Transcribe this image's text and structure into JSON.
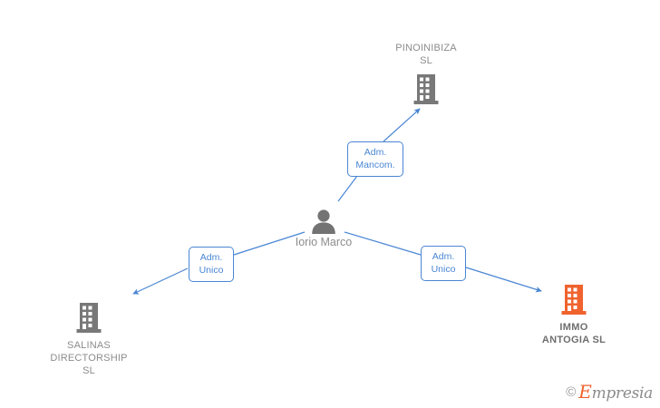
{
  "diagram": {
    "type": "relationship-graph",
    "background": "#ffffff",
    "edge_color": "#4a86d4",
    "accent_color": "#f0632f",
    "muted_color": "#8c8c8c",
    "center": {
      "id": "person-iorio-marco",
      "name": "Iorio Marco",
      "icon": "person-icon",
      "icon_color": "#737373"
    },
    "companies": [
      {
        "id": "pinoinibiza",
        "name": "PINOINIBIZA\nSL",
        "icon": "building-icon",
        "icon_color": "#787878",
        "highlight": false,
        "relation": "Adm.\nMancom.",
        "direction": "person-to-company"
      },
      {
        "id": "salinas-directorship",
        "name": "SALINAS\nDIRECTORSHIP\nSL",
        "icon": "building-icon",
        "icon_color": "#787878",
        "highlight": false,
        "relation": "Adm.\nUnico",
        "direction": "person-to-company"
      },
      {
        "id": "immo-antogia",
        "name": "IMMO\nANTOGIA  SL",
        "icon": "building-icon",
        "icon_color": "#f0632f",
        "highlight": true,
        "relation": "Adm.\nUnico",
        "direction": "person-to-company"
      }
    ]
  },
  "watermark": {
    "copyright_symbol": "©",
    "brand_initial": "E",
    "brand_rest": "mpresia"
  }
}
